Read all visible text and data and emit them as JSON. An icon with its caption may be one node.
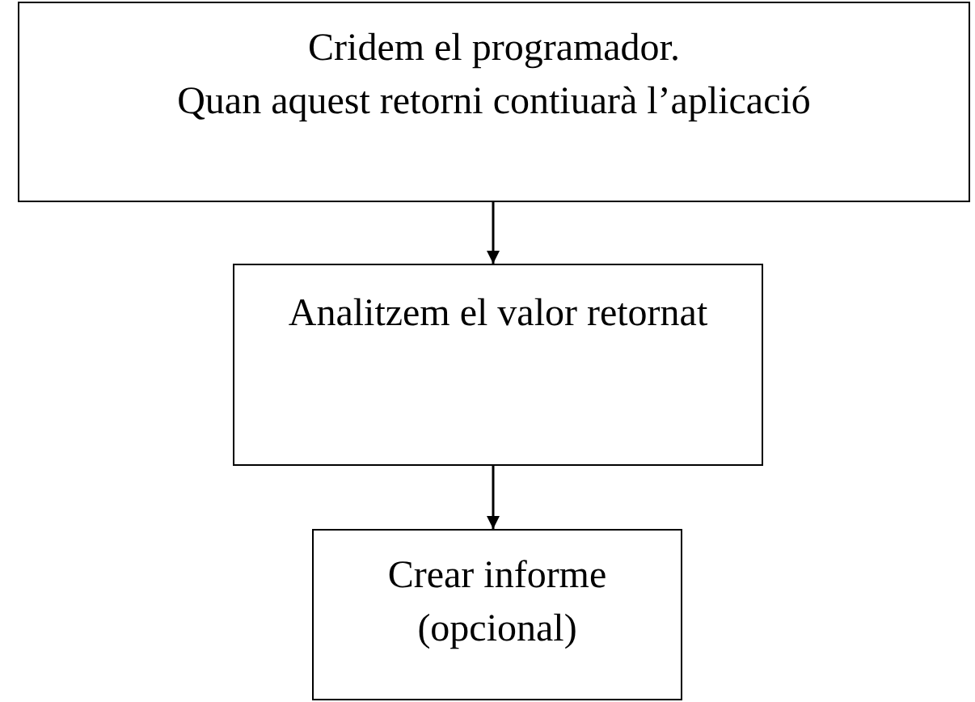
{
  "diagram": {
    "nodes": [
      {
        "text": [
          "Cridem el programador.",
          "Quan aquest retorni contiuarà l’aplicació"
        ]
      },
      {
        "text": [
          "Analitzem el valor retornat"
        ]
      },
      {
        "text": [
          "Crear informe (opcional)"
        ]
      }
    ],
    "edges": [
      {
        "from": 0,
        "to": 1,
        "arrow": "to"
      },
      {
        "from": 1,
        "to": 2,
        "arrow": "to"
      }
    ]
  }
}
